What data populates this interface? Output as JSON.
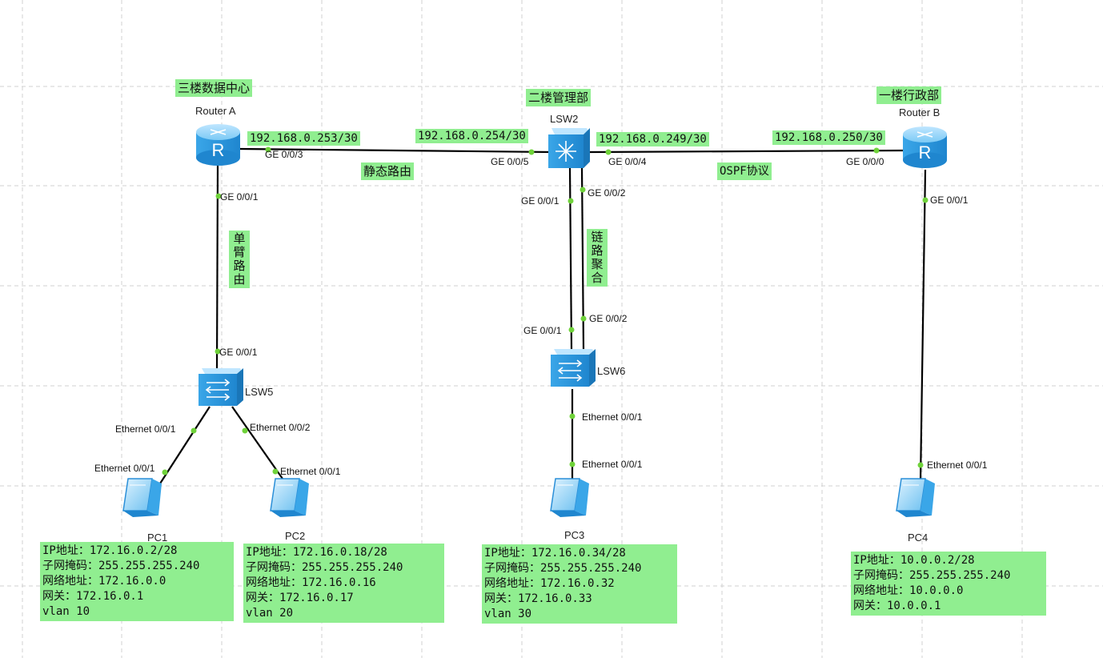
{
  "titles": {
    "floor3": "三楼数据中心",
    "floor2": "二楼管理部",
    "floor1": "一楼行政部"
  },
  "devices": {
    "router_a": "Router A",
    "router_b": "Router B",
    "lsw2": "LSW2",
    "lsw5": "LSW5",
    "lsw6": "LSW6",
    "pc1": "PC1",
    "pc2": "PC2",
    "pc3": "PC3",
    "pc4": "PC4"
  },
  "ip_labels": {
    "ra_g003": "192.168.0.253/30",
    "lsw2_g005": "192.168.0.254/30",
    "lsw2_g004": "192.168.0.249/30",
    "rb_g000": "192.168.0.250/30"
  },
  "link_labels": {
    "static_route": "静态路由",
    "ospf": "OSPF协议",
    "one_arm": "单臂路由",
    "link_agg": "链路聚合"
  },
  "ports": {
    "ra_g003": "GE 0/0/3",
    "ra_g001": "GE 0/0/1",
    "lsw5_g001": "GE 0/0/1",
    "lsw5_e001": "Ethernet 0/0/1",
    "lsw5_e002": "Ethernet 0/0/2",
    "pc1_e001": "Ethernet 0/0/1",
    "pc2_e001": "Ethernet 0/0/1",
    "lsw2_g005": "GE 0/0/5",
    "lsw2_g004": "GE 0/0/4",
    "lsw2_g001": "GE 0/0/1",
    "lsw2_g002": "GE 0/0/2",
    "lsw6_g001": "GE 0/0/1",
    "lsw6_g002": "GE 0/0/2",
    "lsw6_e001": "Ethernet 0/0/1",
    "pc3_e001": "Ethernet 0/0/1",
    "rb_g000": "GE 0/0/0",
    "rb_g001": "GE 0/0/1",
    "pc4_e001": "Ethernet 0/0/1"
  },
  "pc_info": {
    "pc1": [
      "IP地址：172.16.0.2/28",
      "子网掩码：255.255.255.240",
      "网络地址：172.16.0.0",
      "网关：172.16.0.1",
      "vlan 10"
    ],
    "pc2": [
      "IP地址：172.16.0.18/28",
      "子网掩码：255.255.255.240",
      "网络地址：172.16.0.16",
      "网关：172.16.0.17",
      "vlan 20"
    ],
    "pc3": [
      "IP地址：172.16.0.34/28",
      "子网掩码：255.255.255.240",
      "网络地址：172.16.0.32",
      "网关：172.16.0.33",
      "vlan 30"
    ],
    "pc4": [
      "IP地址：10.0.0.2/28",
      "子网掩码：255.255.255.240",
      "网络地址：10.0.0.0",
      "网关：10.0.0.1"
    ]
  },
  "colors": {
    "label_bg": "#90ee90",
    "port_dot": "#6fd23a",
    "link": "#000000",
    "grid": "#d0d0d0",
    "device_blue": "#4fb3ee"
  }
}
